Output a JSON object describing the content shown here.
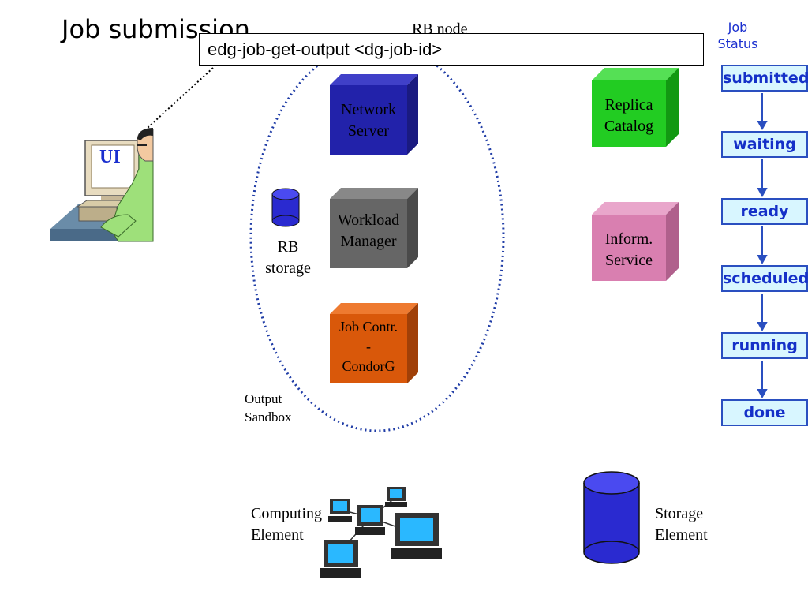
{
  "title": "Job submission",
  "rb_node_label": "RB node",
  "command": "edg-job-get-output <dg-job-id>",
  "ui_label": "UI",
  "rb_components": {
    "network_server": [
      "Network",
      "Server"
    ],
    "workload_manager": [
      "Workload",
      "Manager"
    ],
    "job_controller": [
      "Job Contr.",
      "-",
      "CondorG"
    ]
  },
  "rb_storage": [
    "RB",
    "storage"
  ],
  "output_sandbox": [
    "Output",
    "Sandbox"
  ],
  "replica_catalog": [
    "Replica",
    "Catalog"
  ],
  "inform_service": [
    "Inform.",
    "Service"
  ],
  "computing_element": [
    "Computing",
    "Element"
  ],
  "storage_element": [
    "Storage",
    "Element"
  ],
  "job_status": {
    "title": [
      "Job",
      "Status"
    ],
    "states": [
      "submitted",
      "waiting",
      "ready",
      "scheduled",
      "running",
      "done"
    ]
  },
  "colors": {
    "network_server": "#2222aa",
    "workload_manager": "#666666",
    "job_controller": "#d9580a",
    "replica_catalog": "#22cc22",
    "inform_service": "#d97fb0",
    "storage": "#2a2ad0",
    "status_border": "#2a4fc0",
    "status_fill": "#d8f6ff",
    "status_text": "#1530c8"
  }
}
